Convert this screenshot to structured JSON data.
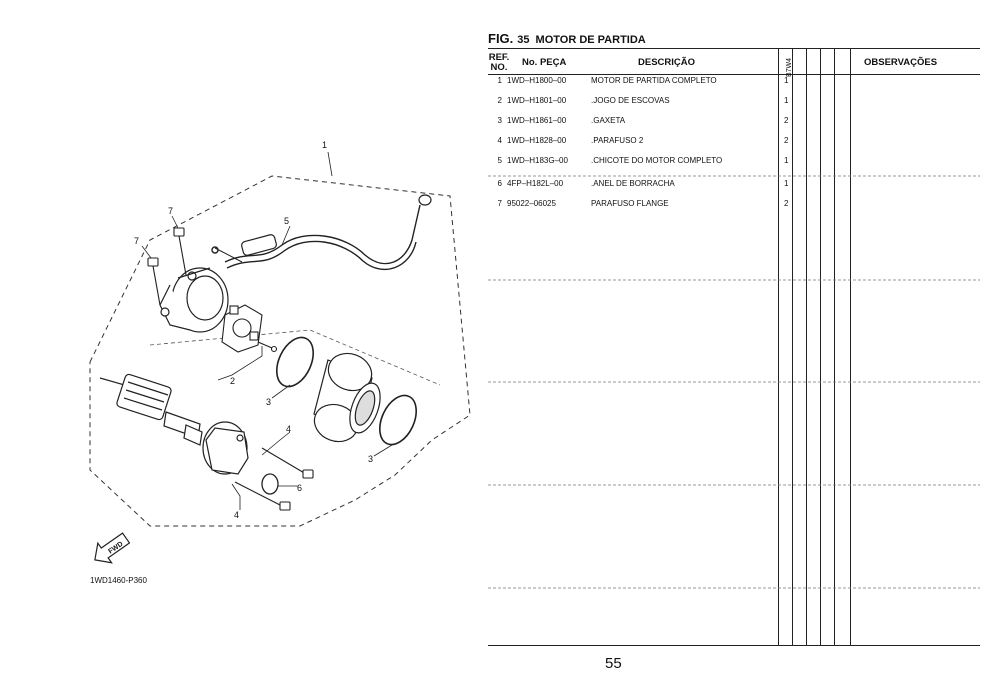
{
  "figure": {
    "label": "FIG.",
    "number": "35",
    "title": "MOTOR DE PARTIDA"
  },
  "table": {
    "headers": {
      "ref_line1": "REF.",
      "ref_line2": "NO.",
      "part_no": "No. PEÇA",
      "description": "DESCRIÇÃO",
      "model": "B7W4",
      "observations": "OBSERVAÇÕES"
    },
    "rows": [
      {
        "ref": "1",
        "part": "1WD–H1800–00",
        "desc": "MOTOR DE PARTIDA COMPLETO",
        "qty": "1"
      },
      {
        "ref": "2",
        "part": "1WD–H1801–00",
        "desc": ".JOGO DE ESCOVAS",
        "qty": "1"
      },
      {
        "ref": "3",
        "part": "1WD–H1861–00",
        "desc": ".GAXETA",
        "qty": "2"
      },
      {
        "ref": "4",
        "part": "1WD–H1828–00",
        "desc": ".PARAFUSO 2",
        "qty": "2"
      },
      {
        "ref": "5",
        "part": "1WD–H183G–00",
        "desc": ".CHICOTE DO MOTOR COMPLETO",
        "qty": "1"
      },
      {
        "ref": "6",
        "part": "4FP–H182L–00",
        "desc": ".ANEL DE BORRACHA",
        "qty": "1"
      },
      {
        "ref": "7",
        "part": "95022–06025",
        "desc": "PARAFUSO FLANGE",
        "qty": "2"
      }
    ]
  },
  "diagram": {
    "callouts": [
      "1",
      "2",
      "3",
      "3",
      "4",
      "4",
      "5",
      "6",
      "7",
      "7"
    ],
    "fwd_label": "FWD",
    "code": "1WD1460-P360"
  },
  "page_number": "55"
}
